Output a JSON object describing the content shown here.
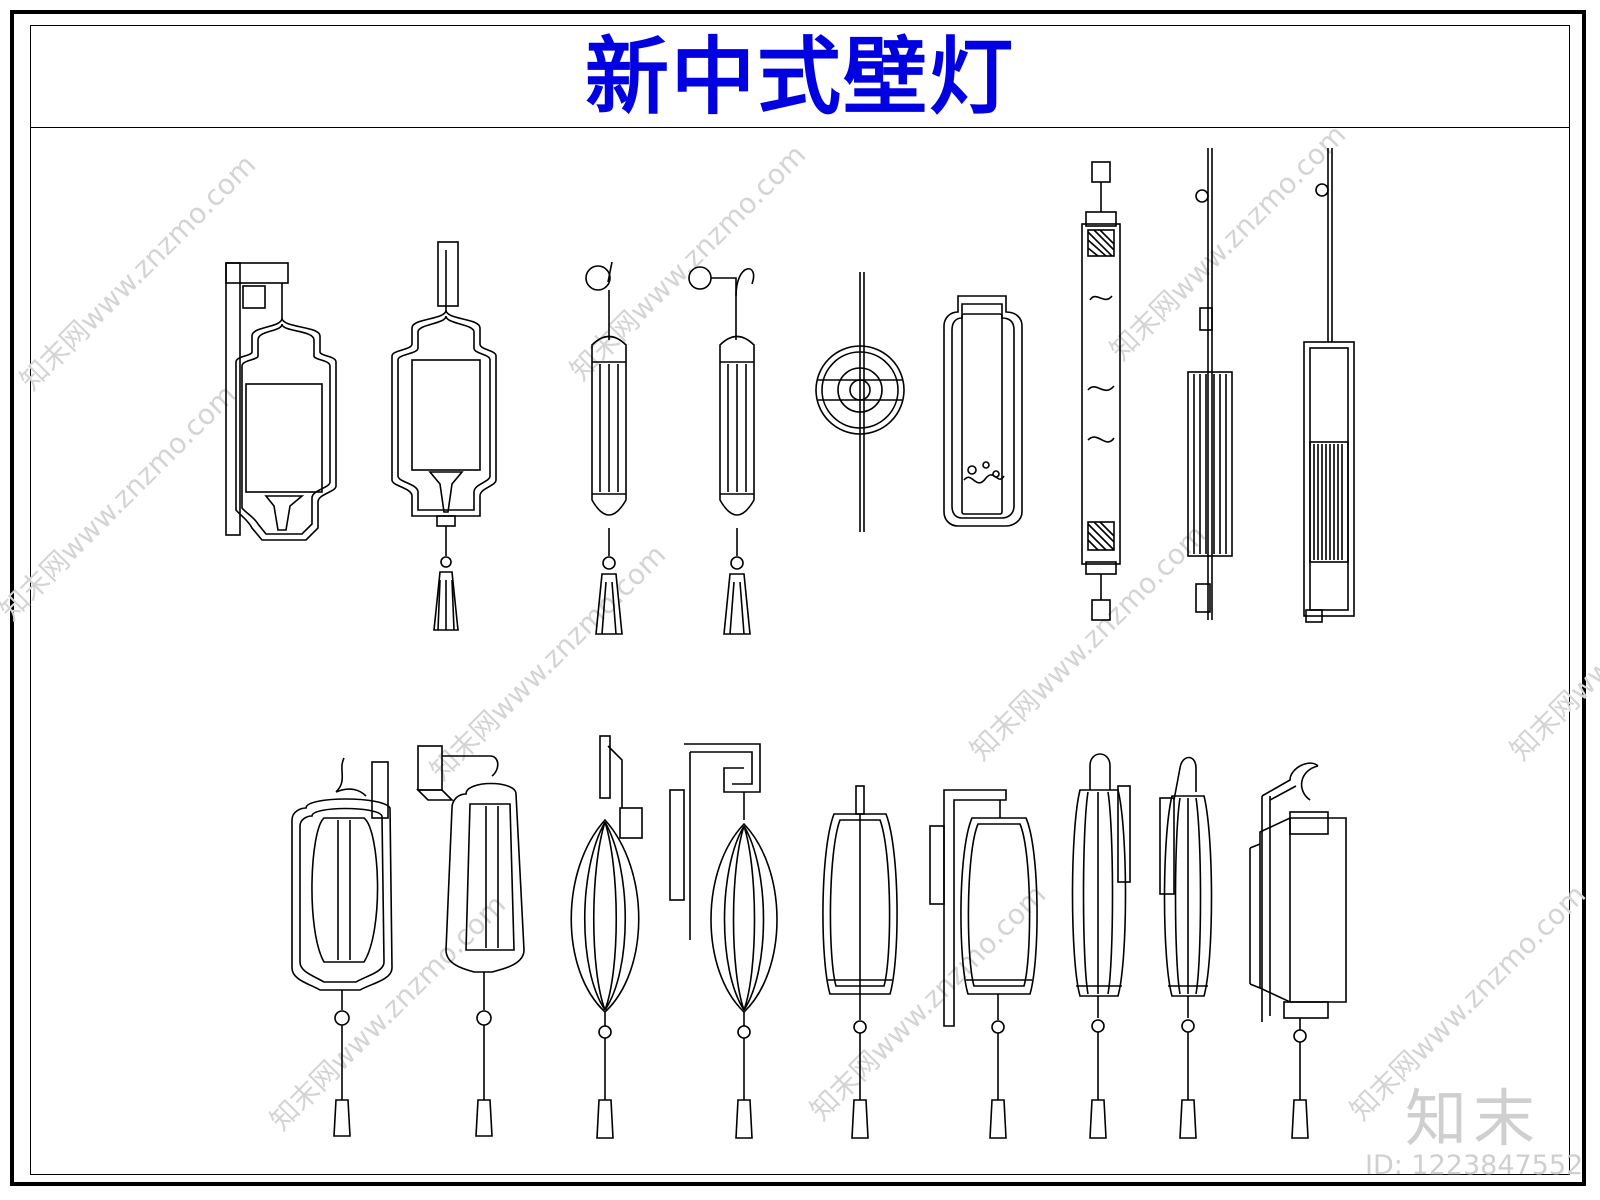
{
  "title": "新中式壁灯",
  "watermark": "知末网www.znzmo.com",
  "logo_text": "知末",
  "id_text": "ID: 1223847552",
  "line_color": "#000000",
  "title_color": "#0000e0",
  "watermark_color": "#d4d4d4"
}
